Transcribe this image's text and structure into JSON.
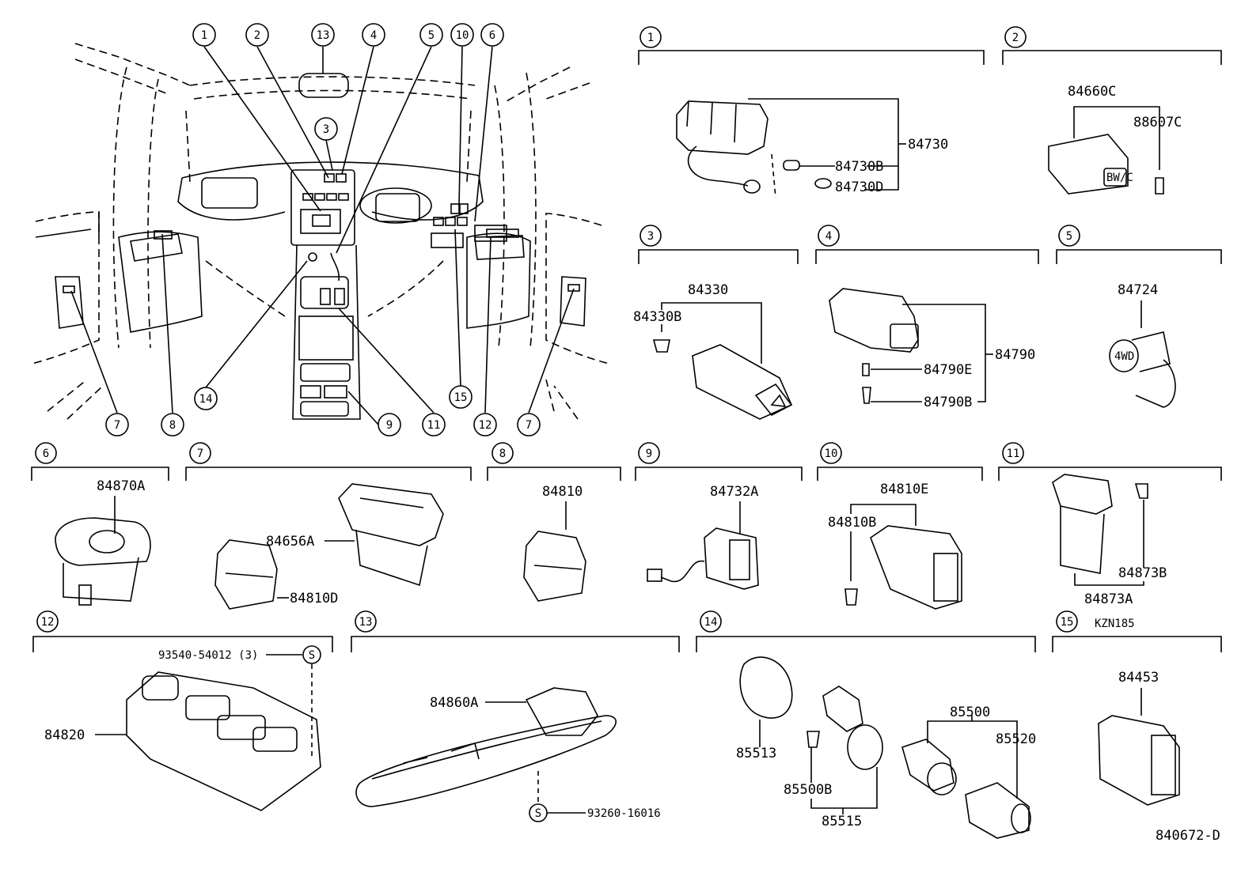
{
  "overview": {
    "callouts": {
      "c1": "1",
      "c2": "2",
      "c13": "13",
      "c4": "4",
      "c5": "5",
      "c10": "10",
      "c6": "6",
      "c3": "3",
      "c14": "14",
      "c15": "15",
      "c7a": "7",
      "c8": "8",
      "c9": "9",
      "c11": "11",
      "c12": "12",
      "c7b": "7"
    }
  },
  "groups": {
    "g1": {
      "num": "1",
      "parts": {
        "a": "84730",
        "b": "84730B",
        "c": "84730D"
      }
    },
    "g2": {
      "num": "2",
      "parts": {
        "a": "84660C",
        "b": "88607C"
      }
    },
    "g3": {
      "num": "3",
      "parts": {
        "a": "84330",
        "b": "84330B"
      }
    },
    "g4": {
      "num": "4",
      "parts": {
        "a": "84790",
        "b": "84790E",
        "c": "84790B"
      }
    },
    "g5": {
      "num": "5",
      "parts": {
        "a": "84724"
      }
    },
    "g6": {
      "num": "6",
      "parts": {
        "a": "84870A"
      }
    },
    "g7": {
      "num": "7",
      "parts": {
        "a": "84656A",
        "b": "84810D"
      }
    },
    "g8": {
      "num": "8",
      "parts": {
        "a": "84810"
      }
    },
    "g9": {
      "num": "9",
      "parts": {
        "a": "84732A"
      }
    },
    "g10": {
      "num": "10",
      "parts": {
        "a": "84810E",
        "b": "84810B"
      }
    },
    "g11": {
      "num": "11",
      "parts": {
        "a": "84873B",
        "b": "84873A"
      }
    },
    "g12": {
      "num": "12",
      "parts": {
        "a": "93540-54012 (3)",
        "b": "84820",
        "s": "S"
      }
    },
    "g13": {
      "num": "13",
      "parts": {
        "a": "84860A",
        "b": "93260-16016",
        "s": "S"
      }
    },
    "g14": {
      "num": "14",
      "parts": {
        "a": "85513",
        "b": "85500",
        "c": "85520",
        "d": "85500B",
        "e": "85515"
      }
    },
    "g15": {
      "num": "15",
      "parts": {
        "a": "84453",
        "note": "KZN185"
      }
    }
  },
  "drawing_id": "840672-D",
  "icon_text": {
    "g2": "BW/C",
    "g5": "4WD"
  }
}
